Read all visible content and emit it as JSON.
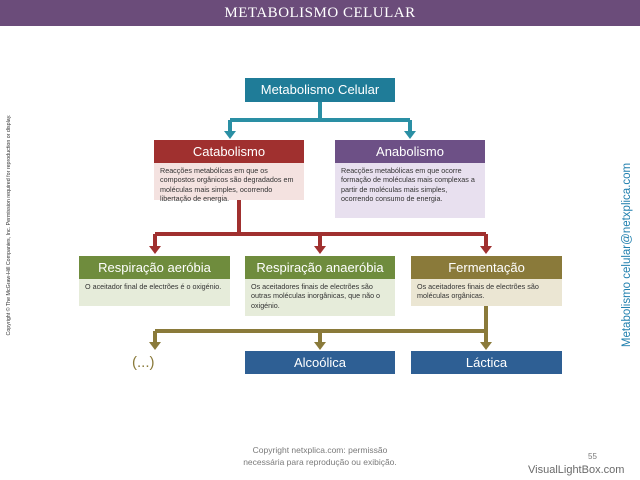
{
  "header": {
    "title": "METABOLISMO CELULAR"
  },
  "diagram": {
    "root": "Metabolismo Celular",
    "catabolismo": {
      "label": "Catabolismo",
      "desc": "Reacções metabólicas em que os compostos orgânicos são degradados em moléculas mais simples, ocorrendo libertação de energia."
    },
    "anabolismo": {
      "label": "Anabolismo",
      "desc": "Reacções metabólicas em que ocorre formação de moléculas mais complexas a partir de moléculas mais simples, ocorrendo consumo de energia."
    },
    "respiracao_aerobia": {
      "label": "Respiração aeróbia",
      "desc": "O aceitador final de electrões é o oxigénio."
    },
    "respiracao_anaerobia": {
      "label": "Respiração anaeróbia",
      "desc": "Os aceitadores finais de electrões são outras moléculas inorgânicas, que não o oxigénio."
    },
    "fermentacao": {
      "label": "Fermentação",
      "desc": "Os aceitadores finais de electrões são moléculas orgânicas."
    },
    "ellipsis": "(...)",
    "alcoolica": "Alcoólica",
    "lactica": "Láctica"
  },
  "side": {
    "copyright": "Copyright © The McGraw-Hill Companies, Inc. Permission required for reproduction or display.",
    "brand": "Metabolismo celular@netxplica.com"
  },
  "footer": {
    "line1": "Copyright netxplica.com: permissão",
    "line2": "necessária para reprodução ou exibição.",
    "page": "55",
    "watermark": "VisualLightBox.com"
  },
  "colors": {
    "title_bar": "#6b4c7a",
    "root": "#1f7c98",
    "catabolismo": "#a0302f",
    "anabolismo": "#6d5086",
    "green": "#6f8c3d",
    "olive": "#8a7a3a",
    "blue": "#2e5f94"
  }
}
